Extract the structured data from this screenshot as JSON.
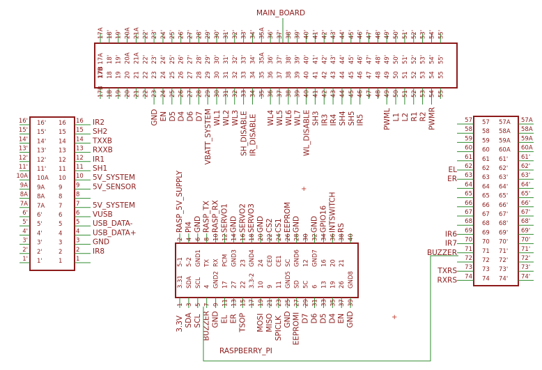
{
  "title": "MAIN_BOARD",
  "rpi_title": "RASPBERRY_PI",
  "main": {
    "top_ext": [
      "17A",
      "18'",
      "19'",
      "20A",
      "21A",
      "22'",
      "23'",
      "24'",
      "25'",
      "26'",
      "27'",
      "28'",
      "29'",
      "30'",
      "31'",
      "32'",
      "33'",
      "34'",
      "35A",
      "36'",
      "37'",
      "38'",
      "39'",
      "40'",
      "41'",
      "42'",
      "43'",
      "44'",
      "45'",
      "46'",
      "47'",
      "48'",
      "49'",
      "50'",
      "51'",
      "52'",
      "53'",
      "54'",
      "55'"
    ],
    "inner_top": [
      "17B 17A",
      "18'",
      "19'",
      "20A",
      "21A",
      "22'",
      "23'",
      "24'",
      "25'",
      "26'",
      "27'",
      "28'",
      "29'",
      "30'",
      "31'",
      "32'",
      "33'",
      "34'",
      "35A",
      "36'",
      "37'",
      "38'",
      "39'",
      "40'",
      "41'",
      "42'",
      "43'",
      "44'",
      "45'",
      "46'",
      "47'",
      "48'",
      "49'",
      "50'",
      "51'",
      "52'",
      "53'",
      "54'",
      "55'"
    ],
    "inner_bot": [
      "17B",
      "18",
      "19",
      "20",
      "21",
      "22",
      "23",
      "24",
      "25",
      "26",
      "27",
      "28",
      "29",
      "30",
      "31",
      "32",
      "33",
      "34",
      "35",
      "36",
      "37",
      "38",
      "39",
      "40",
      "41",
      "42",
      "43",
      "44",
      "45",
      "46",
      "47",
      "48",
      "49",
      "50",
      "51",
      "52",
      "53",
      "54",
      "55"
    ],
    "bottom_ext": [
      "17B",
      "18",
      "19",
      "20",
      "21",
      "22",
      "23",
      "24",
      "25",
      "26",
      "27",
      "28",
      "29",
      "30",
      "31",
      "32",
      "33",
      "34",
      "35",
      "36",
      "37",
      "38",
      "39",
      "40",
      "41",
      "42",
      "43",
      "44",
      "45",
      "46",
      "47",
      "48",
      "49",
      "50",
      "51",
      "52",
      "53",
      "54",
      "55"
    ],
    "bottom_nets": [
      "",
      "",
      "",
      "",
      "",
      "",
      "GND",
      "EN",
      "D5",
      "D4",
      "D6",
      "D7",
      "VBATT_SYSTEM",
      "WL1",
      "WL2",
      "WL3",
      "SH_DISABLE",
      "IR_DISABLE",
      "",
      "WL4",
      "WL5",
      "WL6",
      "WL7",
      "WL_DISABLE",
      "SH3",
      "IR3",
      "IR4",
      "SH4",
      "SH5",
      "IR5",
      "",
      "",
      "PWML",
      "L1",
      "L2",
      "R1",
      "R2",
      "PWMR",
      ""
    ]
  },
  "left": {
    "ext_left": [
      "16'",
      "15'",
      "14'",
      "13'",
      "12'",
      "11'",
      "10A",
      "9A",
      "8A",
      "7A",
      "6'",
      "5'",
      "4'",
      "3'",
      "2'",
      "1'"
    ],
    "inner_left": [
      "16'",
      "15'",
      "14'",
      "13'",
      "12'",
      "11'",
      "10A",
      "9A",
      "8A",
      "7A",
      "6'",
      "5'",
      "4'",
      "3'",
      "2'",
      "1'"
    ],
    "inner_right": [
      "16",
      "15",
      "14",
      "13",
      "12",
      "11",
      "10",
      "9",
      "8",
      "7",
      "6",
      "5",
      "4",
      "3",
      "2",
      "1"
    ],
    "ext_right": [
      "16",
      "15",
      "14",
      "13",
      "12",
      "11",
      "10",
      "9",
      "8",
      "7",
      "6",
      "5",
      "4",
      "3",
      "2",
      "1"
    ],
    "nets": [
      "IR2",
      "SH2",
      "TXXB",
      "RXXB",
      "IR1",
      "SH1",
      "5V_SYSTEM",
      "5V_SENSOR",
      "",
      "5V_SYSTEM",
      "VUSB",
      "USB_DATA-",
      "USB_DATA+",
      "GND",
      "IR8",
      ""
    ]
  },
  "right": {
    "ext_left": [
      "57",
      "58",
      "59",
      "60",
      "61",
      "62",
      "63",
      "64",
      "65",
      "66",
      "67",
      "68",
      "69",
      "70",
      "71",
      "72",
      "73",
      "74"
    ],
    "inner_left": [
      "57",
      "58",
      "59",
      "60",
      "61",
      "62",
      "63",
      "64",
      "65",
      "66",
      "67",
      "68",
      "69",
      "70",
      "71",
      "72",
      "73",
      "74"
    ],
    "inner_right": [
      "57A",
      "58A",
      "59A",
      "60A",
      "61'",
      "62'",
      "63'",
      "64'",
      "65'",
      "66'",
      "67'",
      "68'",
      "69'",
      "70'",
      "71'",
      "72'",
      "73'",
      "74'"
    ],
    "ext_right": [
      "57A",
      "58A",
      "59A",
      "60A",
      "61'",
      "62'",
      "63'",
      "64'",
      "65'",
      "66'",
      "67'",
      "68'",
      "69'",
      "70'",
      "71'",
      "72'",
      "73'",
      "74'"
    ],
    "nets": [
      "",
      "",
      "",
      "",
      "",
      "EL",
      "ER",
      "",
      "",
      "",
      "",
      "",
      "IR6",
      "IR7",
      "BUZZER",
      "",
      "TXRS",
      "RXRS"
    ]
  },
  "rpi": {
    "top_pins": [
      "2",
      "4",
      "6",
      "8",
      "10",
      "12",
      "14",
      "16",
      "18",
      "20",
      "22",
      "24",
      "26",
      "28",
      "30",
      "32",
      "34",
      "36",
      "38",
      "40"
    ],
    "top_nets": [
      "RASP_5V_SUPPLY",
      "PI4",
      "GND",
      "RASP_TX",
      "RASP_RX",
      "SERVO1",
      "GND",
      "SERVO2",
      "SERVO3",
      "GND",
      "CS2",
      "CS1",
      "EEPROM",
      "GND",
      "",
      "GND",
      "GPIO16",
      "INTSWITCH",
      "RS",
      ""
    ],
    "inner_top": [
      "5-1",
      "5-2",
      "GND1",
      "TX",
      "RX",
      "PCM",
      "GND3",
      "23",
      "GND4",
      "24",
      "CE0",
      "CE1",
      "SC",
      "GND6",
      "12",
      "GND7",
      "16",
      "20",
      "21",
      ""
    ],
    "inner_top2": [
      "",
      "",
      "",
      "",
      "",
      "",
      "",
      "",
      "",
      "",
      "",
      "",
      "",
      "",
      "",
      "",
      "",
      "",
      "",
      ""
    ],
    "inner_bot_num": [
      "",
      "",
      "",
      "",
      "",
      "17",
      "27",
      "22",
      "",
      "10",
      "9",
      "11",
      "",
      "0",
      "5",
      "6",
      "13",
      "19",
      "26",
      ""
    ],
    "inner_bot": [
      "3.31",
      "SDA",
      "SCL",
      "4",
      "GND2",
      "17",
      "27",
      "22",
      "3.3-2",
      "10",
      "9",
      "11",
      "GND5",
      "SD",
      "5C",
      "6",
      "13",
      "19",
      "26",
      "GND8"
    ],
    "bot_pins": [
      "1",
      "3",
      "5",
      "7",
      "9",
      "11",
      "13",
      "15",
      "17",
      "19",
      "21",
      "23",
      "25",
      "27",
      "29",
      "31",
      "33",
      "35",
      "37",
      "39"
    ],
    "bot_nets": [
      "3.3V",
      "SDA",
      "SCL",
      "BUZZER",
      "GND",
      "EL",
      "ER",
      "TSOP",
      "",
      "MOSI",
      "MISO",
      "SPICLK",
      "GND",
      "EEPROMI",
      "D7",
      "D6",
      "D5",
      "D4",
      "EN",
      "GND"
    ]
  }
}
